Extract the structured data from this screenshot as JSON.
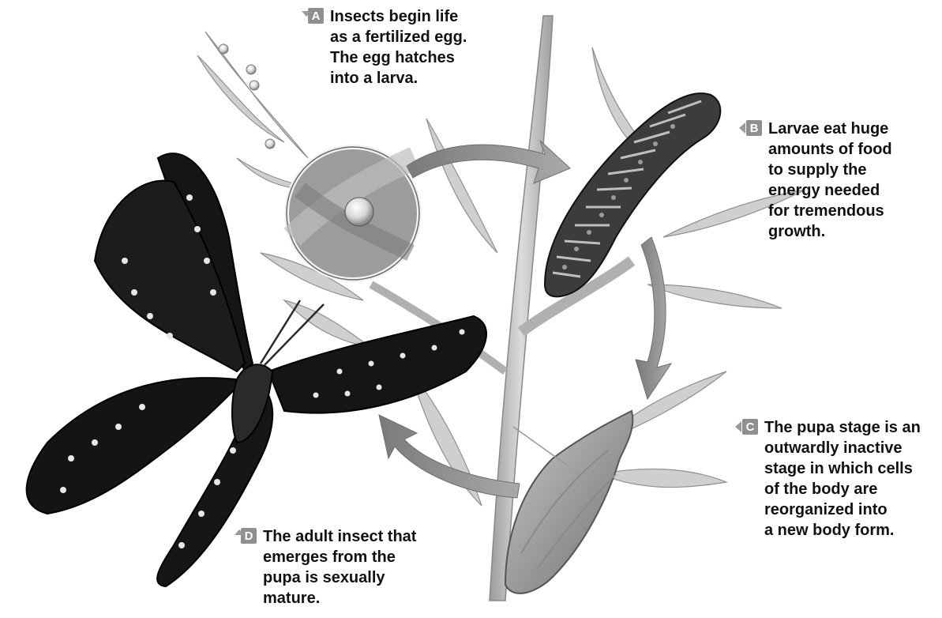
{
  "callouts": {
    "a": {
      "letter": "A",
      "lines": [
        "Insects begin life",
        "as a fertilized egg.",
        "The egg hatches",
        "into a larva."
      ]
    },
    "b": {
      "letter": "B",
      "lines": [
        "Larvae eat huge",
        "amounts of food",
        "to supply the",
        "energy needed",
        "for tremendous",
        "growth."
      ]
    },
    "c": {
      "letter": "C",
      "lines": [
        "The pupa stage is an",
        "outwardly inactive",
        "stage in which cells",
        "of the body are",
        "reorganized into",
        "a new body form."
      ]
    },
    "d": {
      "letter": "D",
      "lines": [
        "The adult insect that",
        "emerges from the",
        "pupa is sexually",
        "mature."
      ]
    }
  },
  "colors": {
    "stem": "#b8b8b8",
    "leaf": "#c9c9c9",
    "arrow": "#8e8e8e",
    "butterfly": "#141414",
    "caterpillar": "#3a3a3a",
    "badge": "#8f8f8f"
  }
}
